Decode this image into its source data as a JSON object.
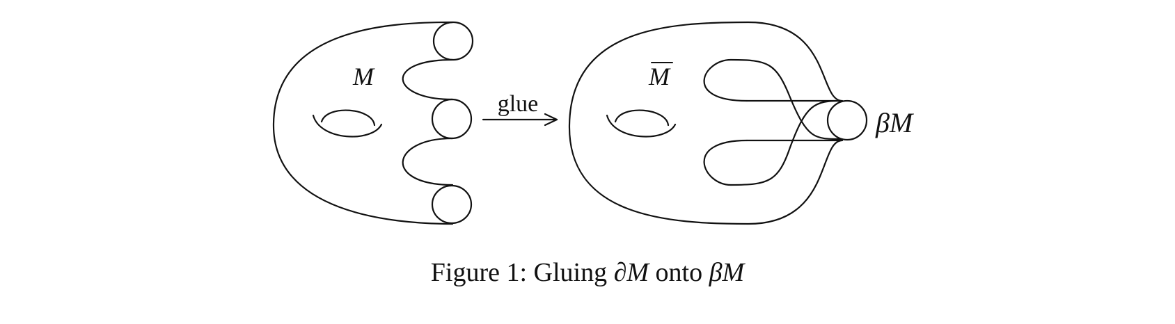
{
  "diagram": {
    "left_label": "M",
    "arrow_label": "glue",
    "right_label": "M",
    "right_label_decoration": "overline",
    "boundary_label": "βM"
  },
  "caption": {
    "prefix": "Figure 1: Gluing ",
    "partial_symbol": "∂M",
    "middle": " onto ",
    "beta_symbol": "βM"
  }
}
